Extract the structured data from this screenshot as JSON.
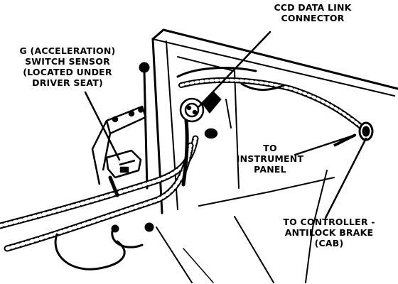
{
  "labels": {
    "g_sensor": {
      "lines": [
        "G (ACCELERATION)",
        "SWITCH SENSOR",
        "(LOCATED UNDER",
        "DRIVER SEAT)"
      ]
    },
    "ccd_connector": {
      "lines": [
        "CCD DATA LINK",
        "CONNECTOR"
      ]
    },
    "instrument_panel": {
      "lines": [
        "TO",
        "INSTRUMENT",
        "PANEL"
      ]
    },
    "controller": {
      "lines": [
        "TO CONTROLLER -",
        "ANTILOCK BRAKE",
        "(CAB)"
      ]
    }
  },
  "colors": {
    "ink": "#000000",
    "paper": "#ffffff"
  }
}
